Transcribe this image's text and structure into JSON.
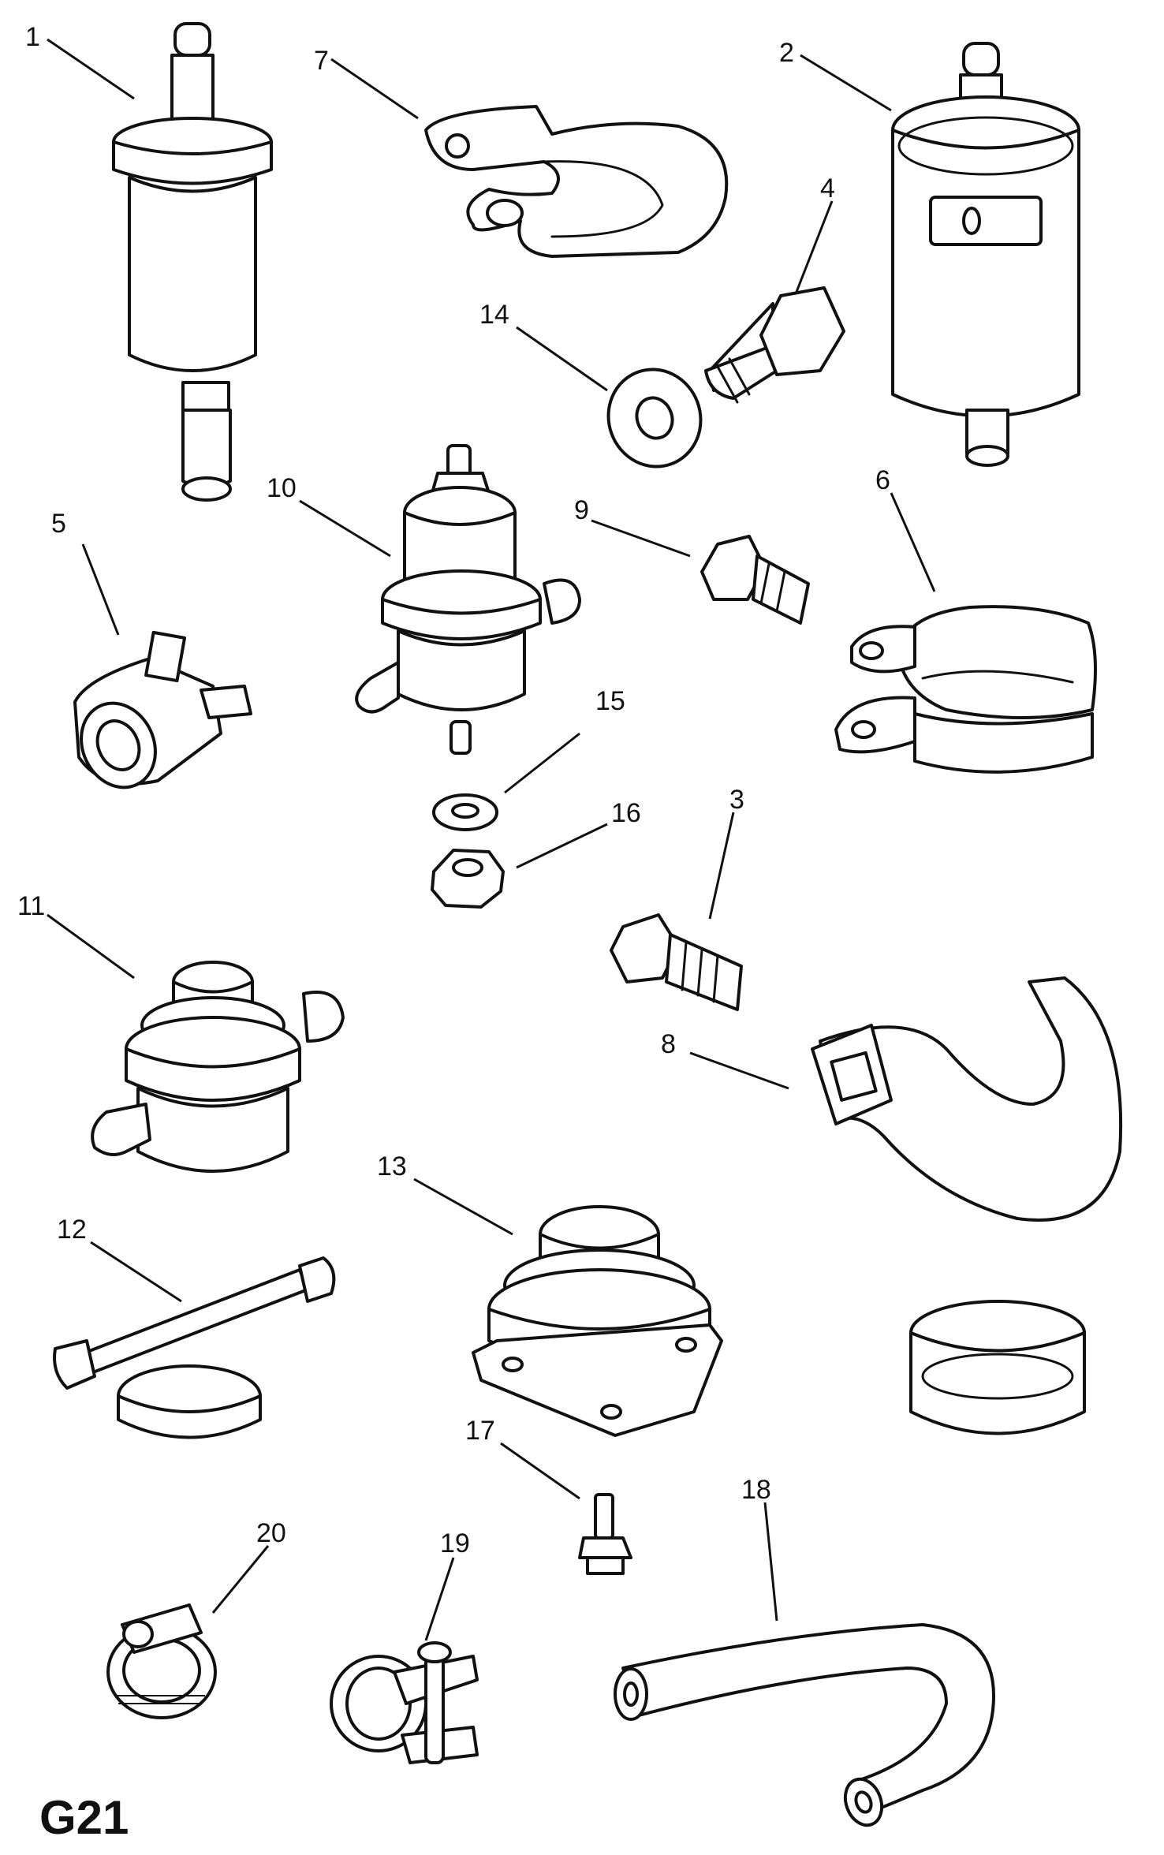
{
  "diagram": {
    "figure_code": "G21",
    "callouts": [
      "1",
      "2",
      "3",
      "4",
      "5",
      "6",
      "7",
      "8",
      "9",
      "10",
      "11",
      "12",
      "13",
      "14",
      "15",
      "16",
      "17",
      "18",
      "19",
      "20"
    ]
  }
}
